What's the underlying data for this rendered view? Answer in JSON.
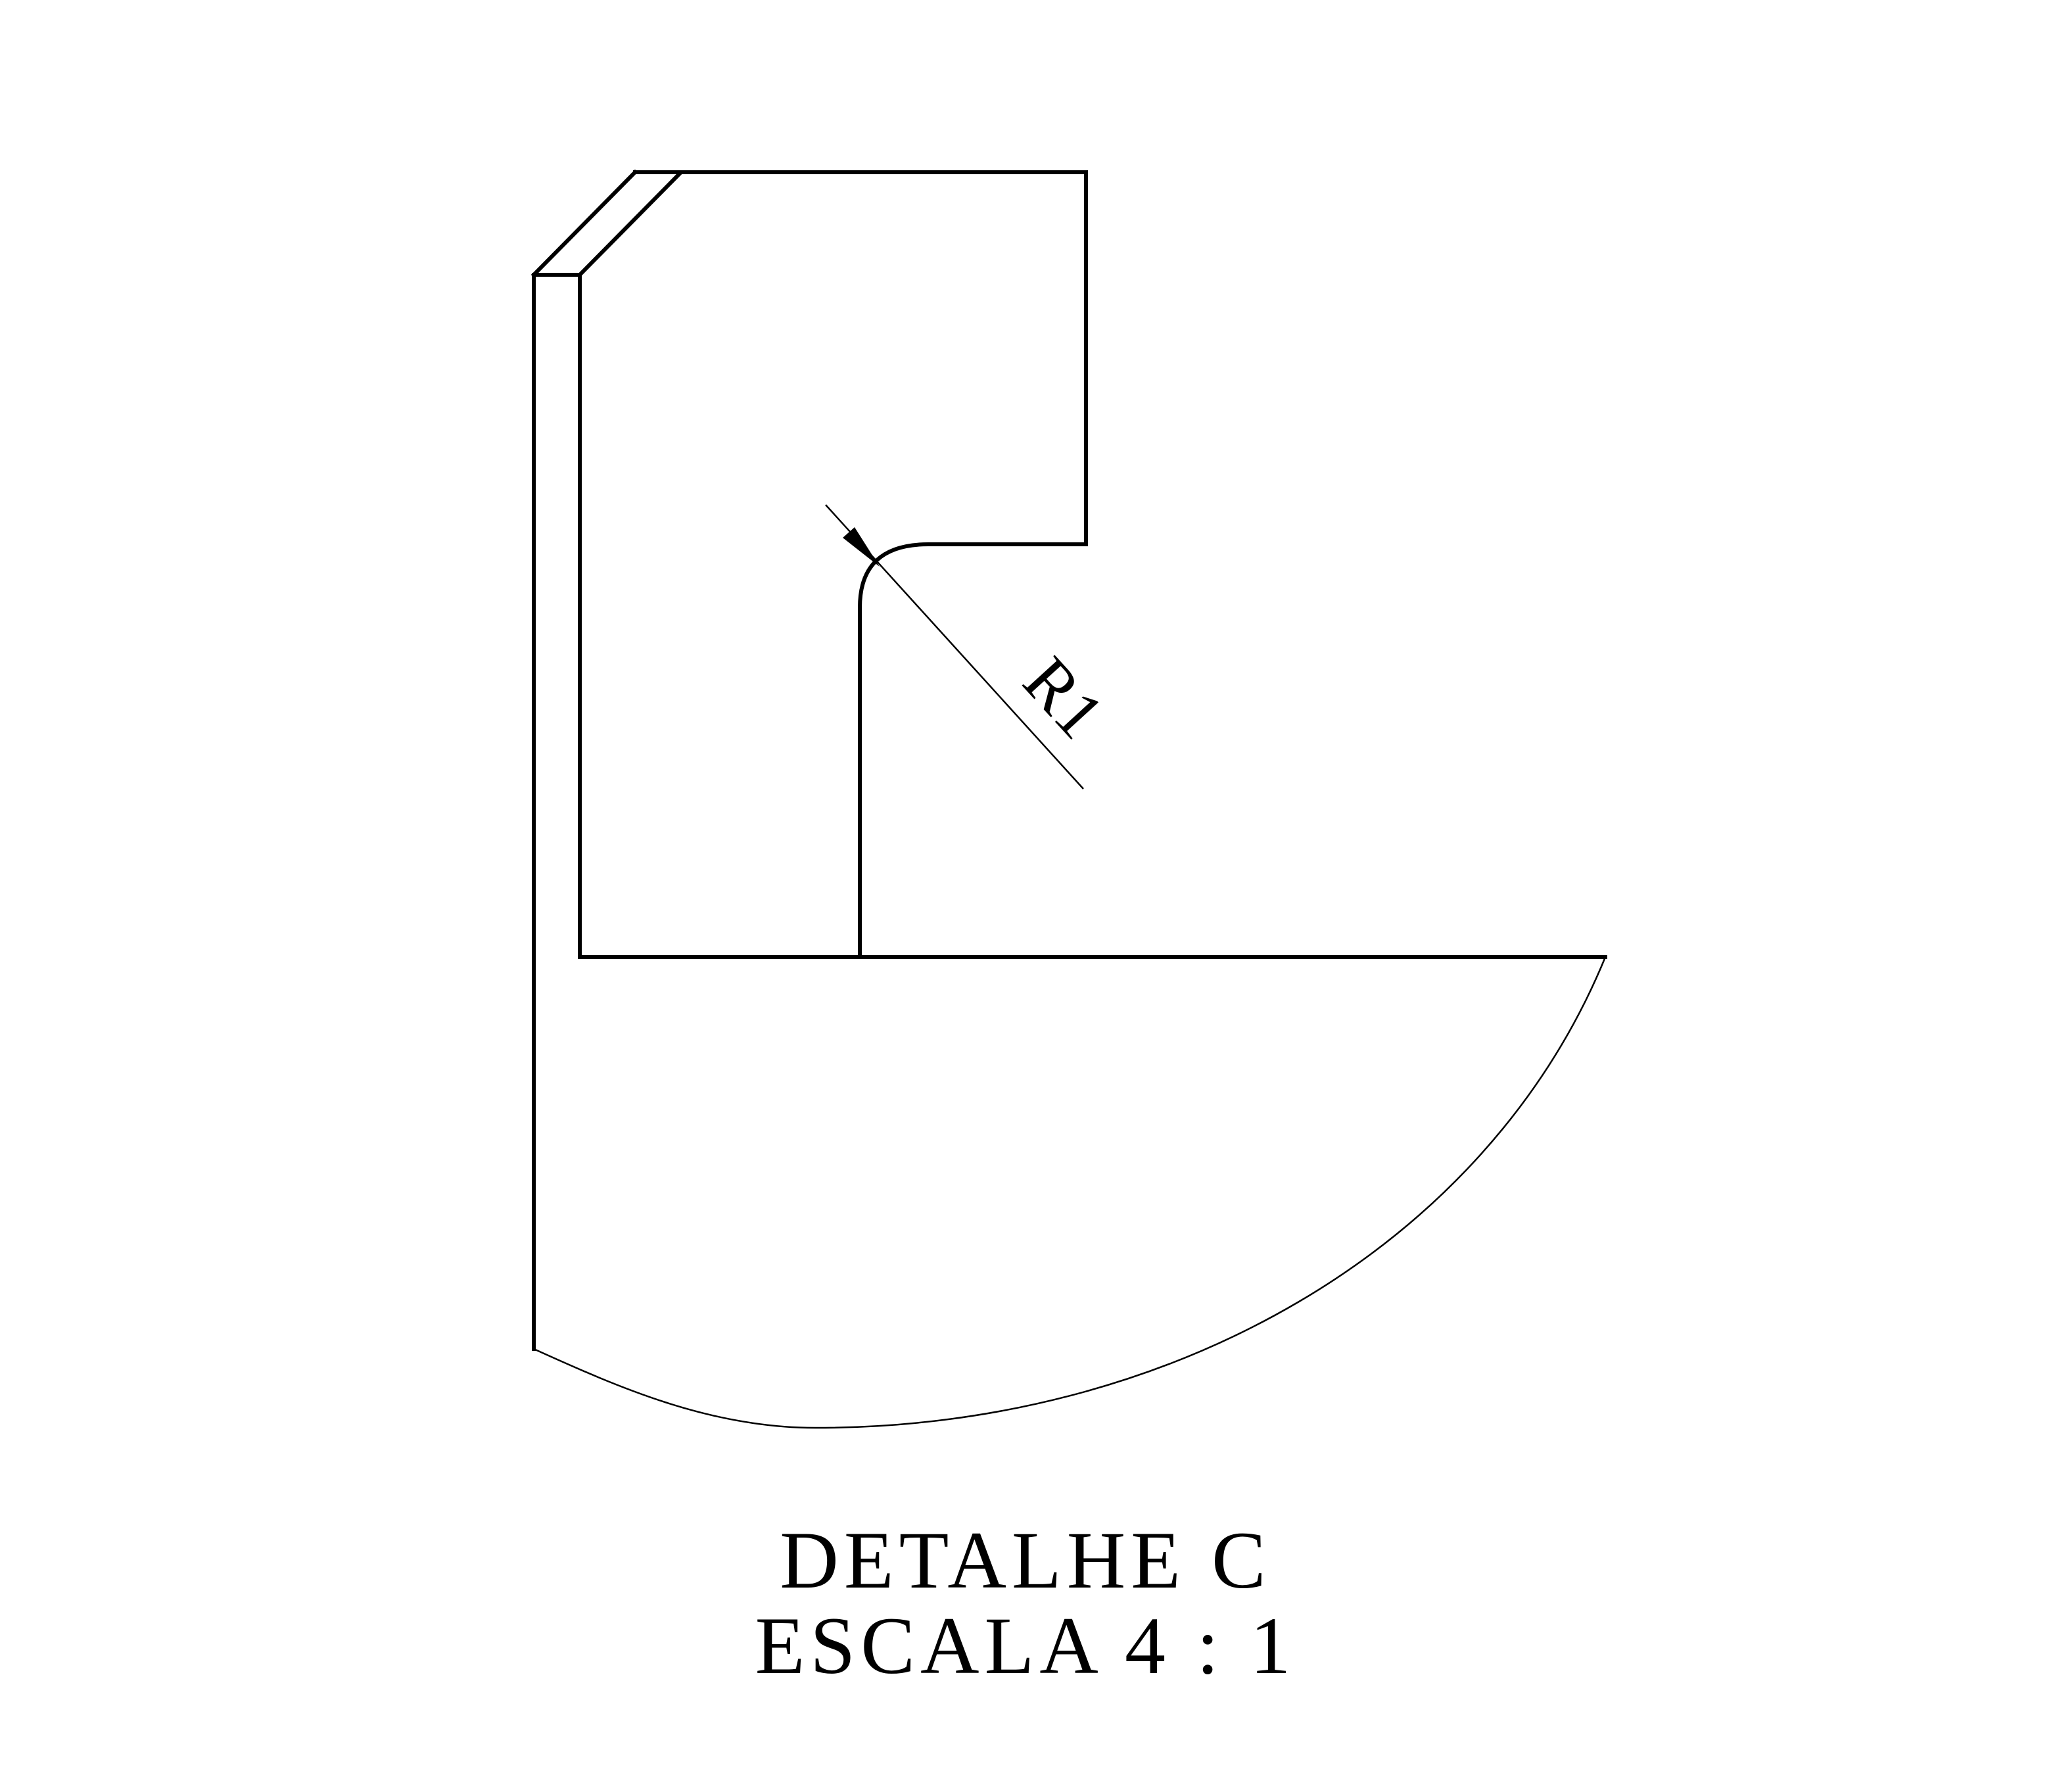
{
  "detail": {
    "title": "DETALHE C",
    "scale": "ESCALA 4 : 1"
  },
  "dimension": {
    "radius_label": "R1"
  },
  "colors": {
    "line": "#000000",
    "background": "#ffffff"
  }
}
